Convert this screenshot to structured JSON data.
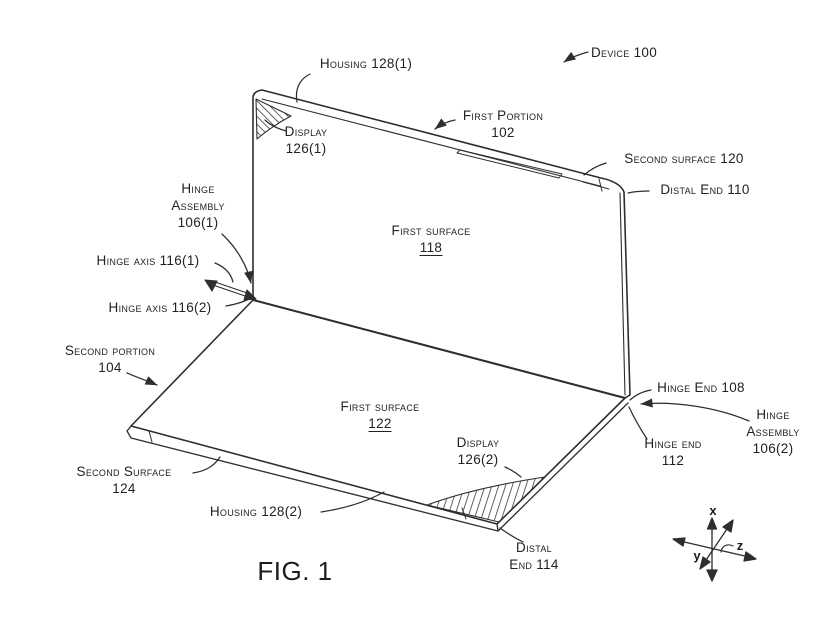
{
  "fig_caption": "FIG. 1",
  "ink_color": "#2e2e2e",
  "background_color": "#ffffff",
  "labels": {
    "device": "Device 100",
    "housing_1": "Housing 128(1)",
    "first_portion": {
      "l1": "First Portion",
      "l2": "102"
    },
    "display_1": {
      "l1": "Display",
      "l2": "126(1)"
    },
    "second_surface_120": "Second surface 120",
    "distal_end_110": "Distal End 110",
    "hinge_assembly_1": {
      "l1": "Hinge",
      "l2": "Assembly",
      "l3": "106(1)"
    },
    "hinge_axis_1": "Hinge axis 116(1)",
    "hinge_axis_2": "Hinge axis 116(2)",
    "second_portion": {
      "l1": "Second portion",
      "l2": "104"
    },
    "first_surface_118": {
      "l1": "First surface",
      "l2": "118"
    },
    "first_surface_122": {
      "l1": "First surface",
      "l2": "122"
    },
    "hinge_end_108": "Hinge End 108",
    "hinge_assembly_2": {
      "l1": "Hinge",
      "l2": "Assembly",
      "l3": "106(2)"
    },
    "hinge_end_112": {
      "l1": "Hinge end",
      "l2": "112"
    },
    "second_surface_124": {
      "l1": "Second Surface",
      "l2": "124"
    },
    "housing_2": "Housing 128(2)",
    "display_2": {
      "l1": "Display",
      "l2": "126(2)"
    },
    "distal_end_114": {
      "l1": "Distal",
      "l2": "End 114"
    },
    "axes": {
      "x": "x",
      "y": "y",
      "z": "z"
    }
  }
}
